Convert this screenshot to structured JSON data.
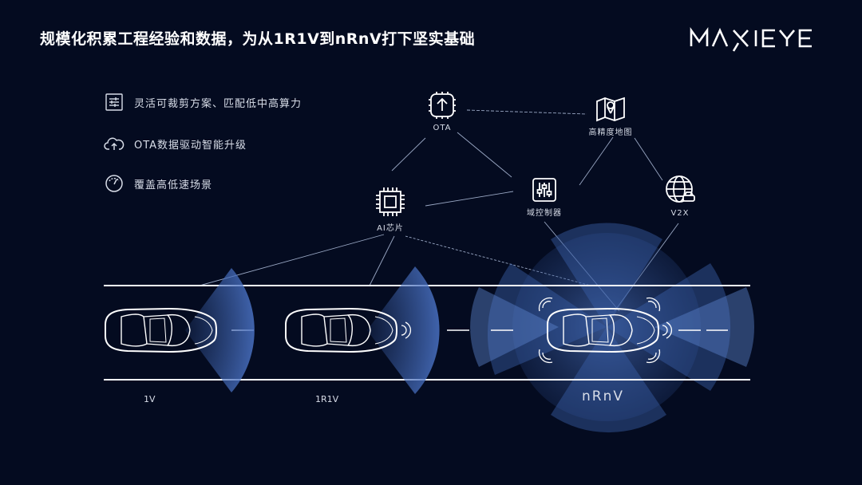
{
  "slide": {
    "title": "规模化积累工程经验和数据，为从1R1V到nRnV打下坚实基础",
    "logo_text": "MAXIEYE"
  },
  "features": [
    {
      "icon": "sliders-icon",
      "text": "灵活可裁剪方案、匹配低中高算力"
    },
    {
      "icon": "cloud-upload-icon",
      "text": "OTA数据驱动智能升级"
    },
    {
      "icon": "speedometer-icon",
      "text": "覆盖高低速场景"
    }
  ],
  "nodes": {
    "ota": {
      "icon": "upload-chip-icon",
      "label": "OTA"
    },
    "hdmap": {
      "icon": "map-pin-icon",
      "label": "高精度地图"
    },
    "ai_chip": {
      "icon": "processor-chip-icon",
      "label": "AI芯片"
    },
    "domain_controller": {
      "icon": "sliders-vertical-icon",
      "label": "域控制器"
    },
    "v2x": {
      "icon": "globe-car-icon",
      "label": "V2X"
    }
  },
  "cars": [
    {
      "label": "1V"
    },
    {
      "label": "1R1V"
    },
    {
      "label": "nRnV"
    }
  ],
  "colors": {
    "background": "#040b20",
    "beam": "#3a5fa8",
    "line": "#9aa8c4"
  }
}
